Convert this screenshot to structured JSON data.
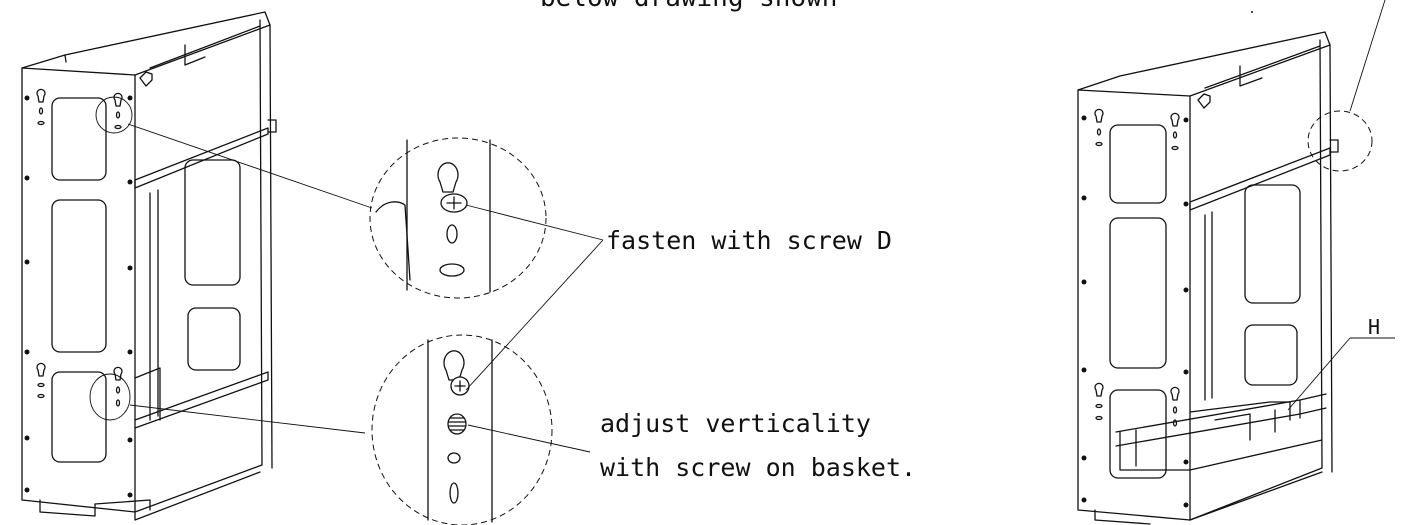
{
  "top_caption": "below drawing shown",
  "callouts": {
    "fasten": "fasten with screw D",
    "adjust_line1": "adjust verticality",
    "adjust_line2": "with screw on basket.",
    "part_h": "H"
  }
}
